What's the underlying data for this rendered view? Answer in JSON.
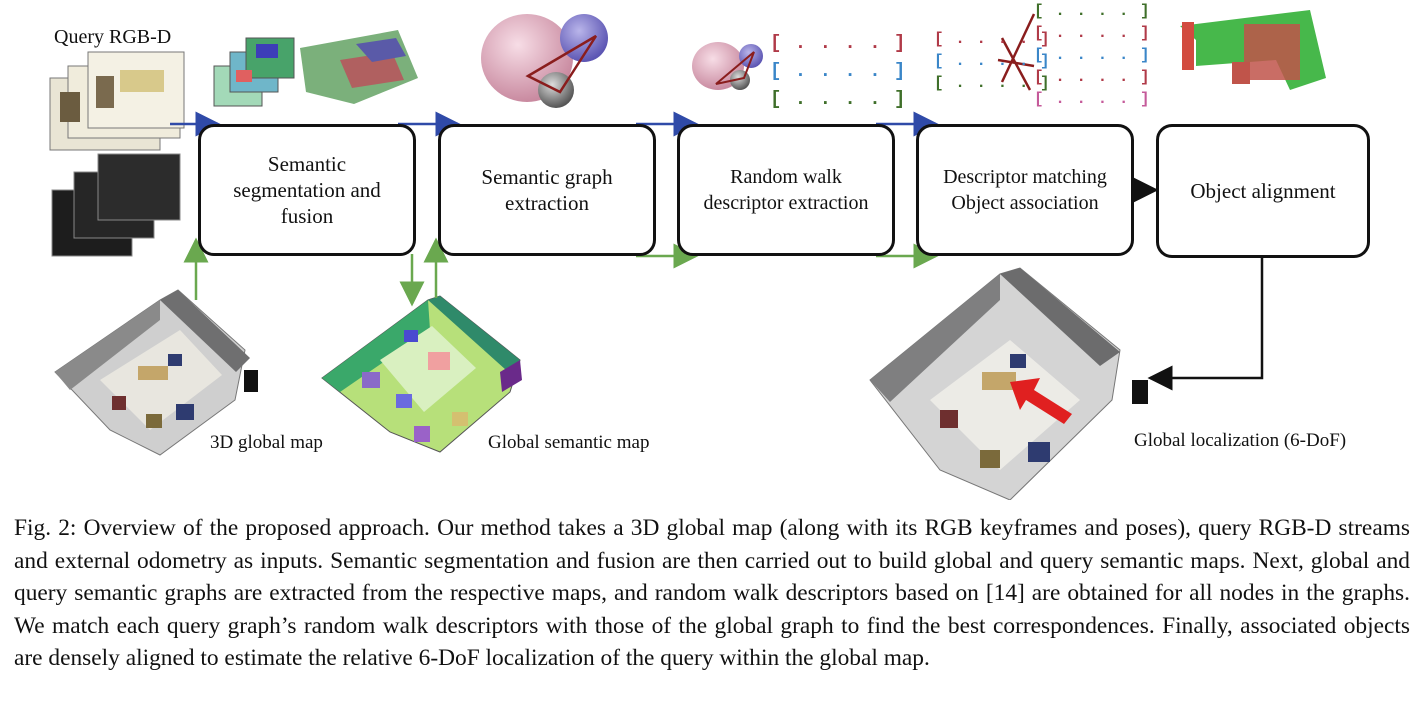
{
  "figure": {
    "query_label": "Query RGB-D",
    "boxes": {
      "semantic_segmentation": "Semantic segmentation and fusion",
      "semantic_graph": "Semantic graph extraction",
      "random_walk": "Random walk descriptor extraction",
      "descriptor_matching": "Descriptor matching Object association",
      "object_alignment": "Object alignment"
    },
    "map_labels": {
      "global_map": "3D global map",
      "semantic_map": "Global semantic map",
      "localization": "Global localization (6-DoF)"
    },
    "descriptor_glyph": "[ . . . . ]",
    "colors": {
      "query_flow": "#2f4aa8",
      "global_flow": "#6aa84f",
      "descriptor_red": "#b03a48",
      "descriptor_blue": "#3a86c8",
      "descriptor_green": "#3f6f2a",
      "descriptor_pink": "#c55a9a"
    }
  },
  "caption": "Fig. 2: Overview of the proposed approach. Our method takes a 3D global map (along with its RGB keyframes and poses), query RGB-D streams and external odometry as inputs. Semantic segmentation and fusion are then carried out to build global and query semantic maps. Next, global and query semantic graphs are extracted from the respective maps, and random walk descriptors based on [14] are obtained for all nodes in the graphs. We match each query graph’s random walk descriptors with those of the global graph to find the best correspondences. Finally, associated objects are densely aligned to estimate the relative 6-DoF localization of the query within the global map."
}
